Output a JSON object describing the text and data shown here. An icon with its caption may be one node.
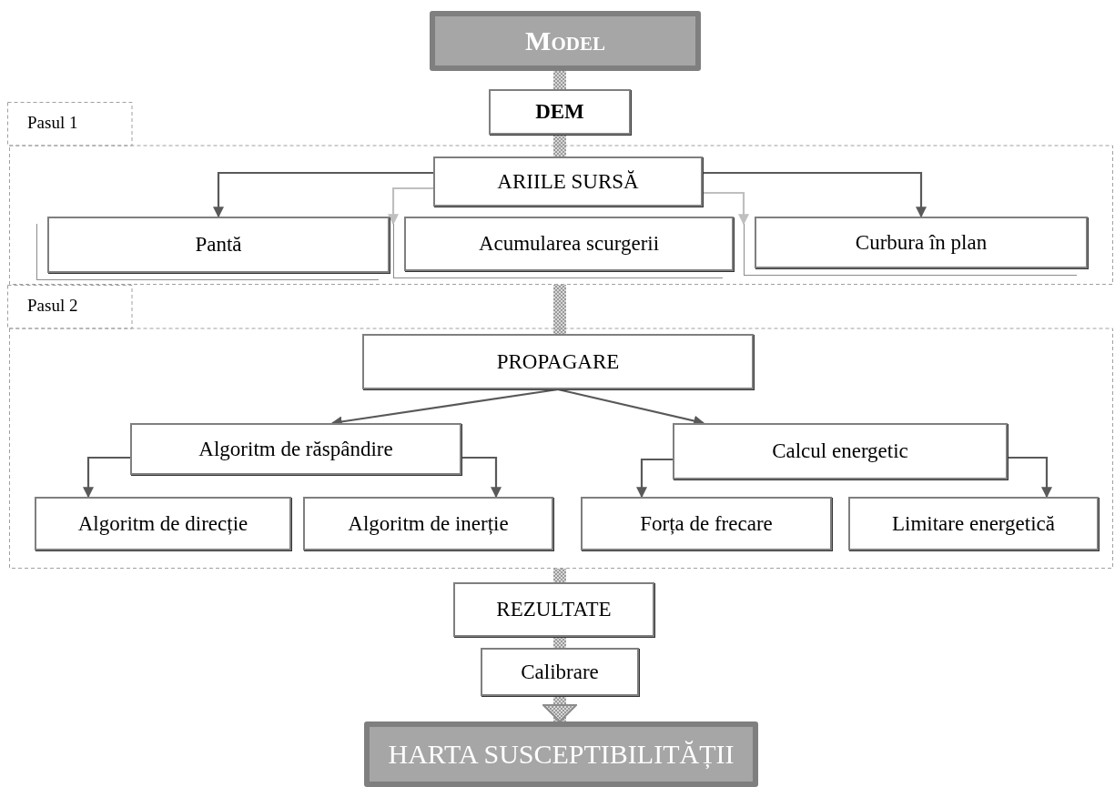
{
  "diagram": {
    "nodes": [
      {
        "text": [
          "Model"
        ]
      },
      {
        "text": [
          "DEM"
        ]
      },
      {
        "text": [
          "Pasul 1"
        ]
      },
      {
        "text": [
          "ARIILE SURSĂ"
        ],
        "in": 2
      },
      {
        "text": [
          "Pantă"
        ],
        "in": 2
      },
      {
        "text": [
          "Acumularea scurgerii"
        ],
        "in": 2
      },
      {
        "text": [
          "Curbura în plan"
        ],
        "in": 2
      },
      {
        "text": [
          "Pasul 2"
        ]
      },
      {
        "text": [
          "PROPAGARE"
        ],
        "in": 7
      },
      {
        "text": [
          "Algoritm de răspândire"
        ],
        "in": 7
      },
      {
        "text": [
          "Calcul energetic"
        ],
        "in": 7
      },
      {
        "text": [
          "Algoritm de direcție"
        ],
        "in": 7
      },
      {
        "text": [
          "Algoritm de inerție"
        ],
        "in": 7
      },
      {
        "text": [
          "Forța de frecare"
        ],
        "in": 7
      },
      {
        "text": [
          "Limitare energetică"
        ],
        "in": 7
      },
      {
        "text": [
          "REZULTATE"
        ]
      },
      {
        "text": [
          "Calibrare"
        ]
      },
      {
        "text": [
          "HARTA SUSCEPTIBILITĂȚII"
        ]
      }
    ],
    "edges": [
      {
        "from": 0,
        "to": 1,
        "arrow": "none",
        "style": "thick"
      },
      {
        "from": 1,
        "to": 3,
        "arrow": "none",
        "style": "thick"
      },
      {
        "from": 3,
        "to": 4,
        "arrow": "to"
      },
      {
        "from": 3,
        "to": 5,
        "arrow": "to",
        "color": "#bfbfbf"
      },
      {
        "from": 3,
        "to": 6,
        "arrow": "to",
        "color": "#bfbfbf"
      },
      {
        "from": 3,
        "to": 6,
        "arrow": "to"
      },
      {
        "from": 2,
        "to": 8,
        "arrow": "none",
        "style": "thick"
      },
      {
        "from": 8,
        "to": 9,
        "arrow": "to"
      },
      {
        "from": 8,
        "to": 10,
        "arrow": "to"
      },
      {
        "from": 9,
        "to": 11,
        "arrow": "to"
      },
      {
        "from": 9,
        "to": 12,
        "arrow": "to"
      },
      {
        "from": 10,
        "to": 13,
        "arrow": "to"
      },
      {
        "from": 10,
        "to": 14,
        "arrow": "to"
      },
      {
        "from": 7,
        "to": 15,
        "arrow": "none",
        "style": "thick"
      },
      {
        "from": 15,
        "to": 16,
        "arrow": "none",
        "style": "thick"
      },
      {
        "from": 16,
        "to": 17,
        "arrow": "to",
        "style": "thick"
      }
    ]
  }
}
